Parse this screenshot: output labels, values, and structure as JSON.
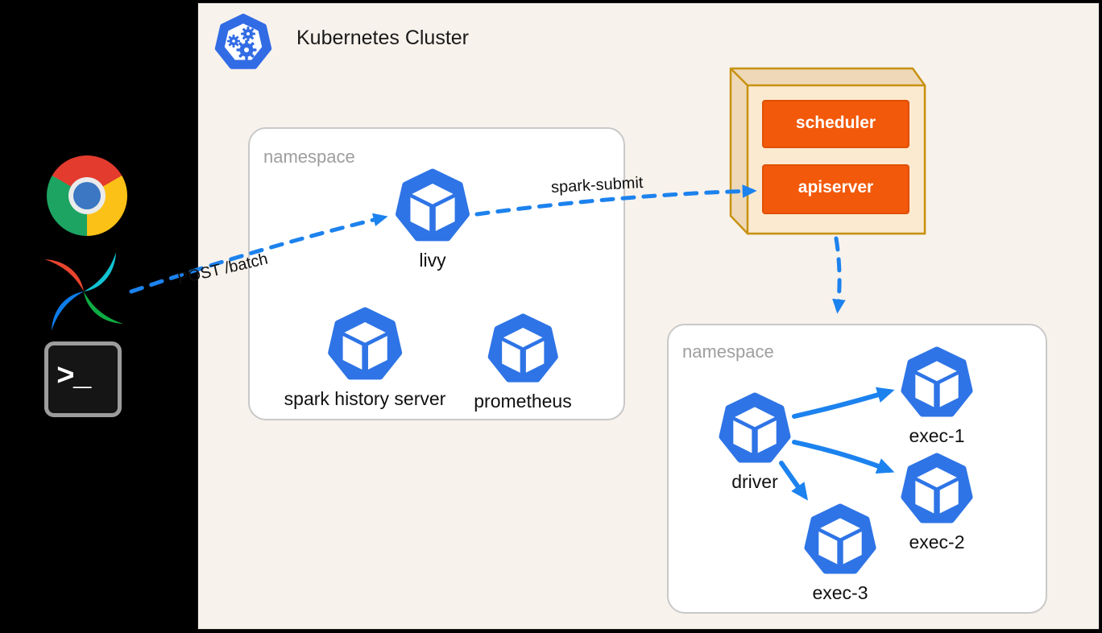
{
  "header": {
    "title": "Kubernetes Cluster",
    "logo_icon": "kubernetes-logo"
  },
  "external_clients": [
    {
      "icon": "chrome-browser"
    },
    {
      "icon": "apache-airflow"
    },
    {
      "icon": "terminal",
      "prompt": ">_"
    }
  ],
  "namespace_1": {
    "label": "namespace",
    "pods": [
      {
        "name": "livy"
      },
      {
        "name": "spark history server"
      },
      {
        "name": "prometheus"
      }
    ]
  },
  "namespace_2": {
    "label": "namespace",
    "pods": [
      {
        "name": "driver"
      },
      {
        "name": "exec-1"
      },
      {
        "name": "exec-2"
      },
      {
        "name": "exec-3"
      }
    ]
  },
  "control_plane": {
    "components": [
      {
        "name": "scheduler"
      },
      {
        "name": "apiserver"
      }
    ]
  },
  "edges": [
    {
      "label": "POST /batch",
      "from": "airflow",
      "to": "livy",
      "style": "dashed"
    },
    {
      "label": "spark-submit",
      "from": "livy",
      "to": "apiserver",
      "style": "dashed"
    },
    {
      "label": "",
      "from": "apiserver",
      "to": "namespace-2",
      "style": "dashed"
    },
    {
      "label": "",
      "from": "driver",
      "to": "exec-1",
      "style": "solid"
    },
    {
      "label": "",
      "from": "driver",
      "to": "exec-2",
      "style": "solid"
    },
    {
      "label": "",
      "from": "driver",
      "to": "exec-3",
      "style": "solid"
    }
  ],
  "colors": {
    "sidebar_background": "#000000",
    "canvas_background": "#f8f2ec",
    "pod_blue": "#2e74e6",
    "k8s_logo_blue": "#326ce5",
    "arrow_blue": "#1c82ee",
    "control_plane_fill": "#fcead0",
    "control_plane_bevel": "#eed8b8",
    "control_plane_border": "#c79212",
    "component_orange": "#f2590a",
    "namespace_border": "#c9c9c9",
    "namespace_text": "#9e9e9e"
  }
}
